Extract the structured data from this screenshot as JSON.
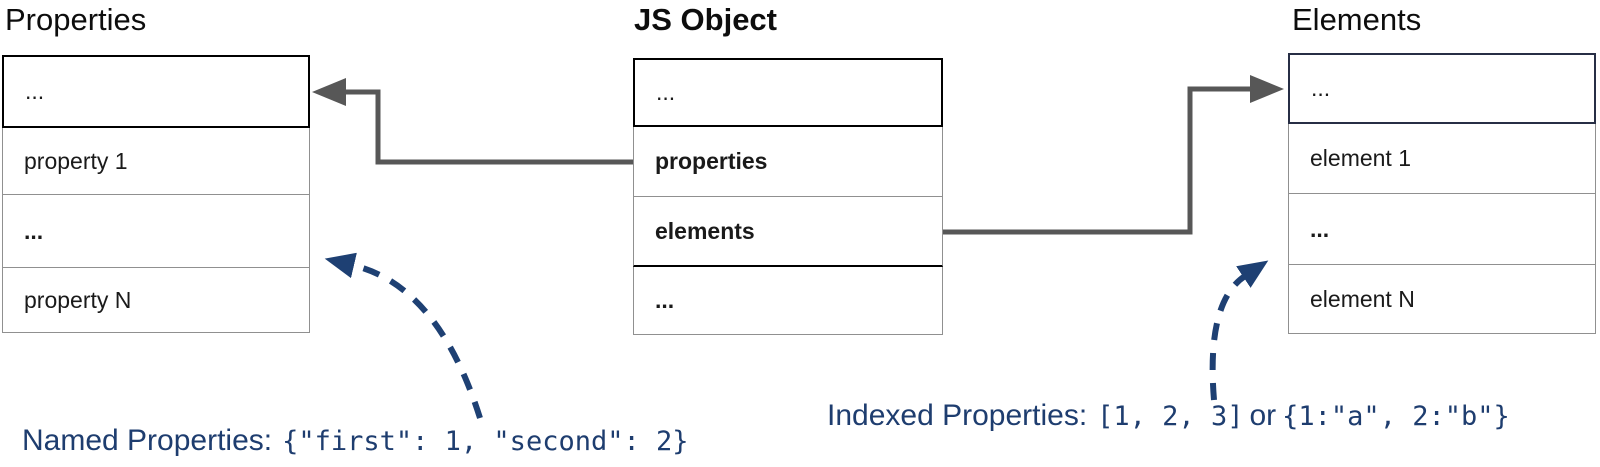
{
  "tables": [
    {
      "title": "Properties",
      "rows": [
        {
          "label": "..."
        },
        {
          "label": "property 1"
        },
        {
          "label": "..."
        },
        {
          "label": "property N"
        }
      ]
    },
    {
      "title": "JS Object",
      "rows": [
        {
          "label": "..."
        },
        {
          "label": "properties"
        },
        {
          "label": "elements"
        },
        {
          "label": "..."
        }
      ]
    },
    {
      "title": "Elements",
      "rows": [
        {
          "label": "..."
        },
        {
          "label": "element 1"
        },
        {
          "label": "..."
        },
        {
          "label": "element N"
        }
      ]
    }
  ],
  "annotations": {
    "named": {
      "label": "Named Properties:",
      "code": "{\"first\": 1, \"second\": 2}"
    },
    "indexed": {
      "label": "Indexed Properties:",
      "code_array": "[1, 2, 3]",
      "connector": "or",
      "code_object": "{1:\"a\", 2:\"b\"}"
    }
  },
  "colors": {
    "arrow_gray": "#575757",
    "annotation_blue": "#1e4073",
    "border_gray": "#909090",
    "border_black": "#000000"
  }
}
